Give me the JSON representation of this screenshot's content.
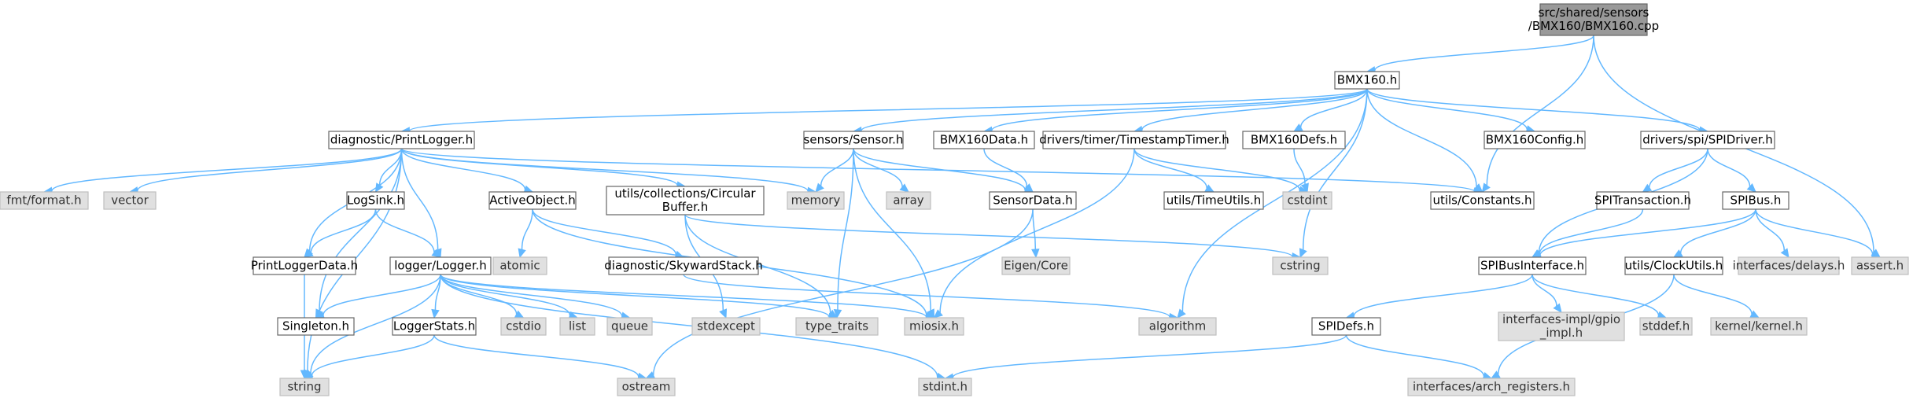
{
  "diagram": {
    "type": "include-dependency-graph",
    "colors": {
      "edge": "#63b8ff",
      "root_fill": "#999999",
      "system_fill": "#e0e0e0",
      "node_border": "#666666"
    },
    "nodes": [
      {
        "id": "root",
        "lines": [
          "src/shared/sensors",
          "/BMX160/BMX160.cpp"
        ],
        "kind": "root"
      },
      {
        "id": "bmx160h",
        "lines": [
          "BMX160.h"
        ],
        "kind": "normal"
      },
      {
        "id": "constants",
        "lines": [
          "utils/Constants.h"
        ],
        "kind": "normal"
      },
      {
        "id": "assert",
        "lines": [
          "assert.h"
        ],
        "kind": "sys"
      },
      {
        "id": "printlogger",
        "lines": [
          "diagnostic/PrintLogger.h"
        ],
        "kind": "normal"
      },
      {
        "id": "sensor",
        "lines": [
          "sensors/Sensor.h"
        ],
        "kind": "normal"
      },
      {
        "id": "bmxdata",
        "lines": [
          "BMX160Data.h"
        ],
        "kind": "normal"
      },
      {
        "id": "tstimer",
        "lines": [
          "drivers/timer/TimestampTimer.h"
        ],
        "kind": "normal"
      },
      {
        "id": "bmxdefs",
        "lines": [
          "BMX160Defs.h"
        ],
        "kind": "normal"
      },
      {
        "id": "bmxconfig",
        "lines": [
          "BMX160Config.h"
        ],
        "kind": "normal"
      },
      {
        "id": "spidriver",
        "lines": [
          "drivers/spi/SPIDriver.h"
        ],
        "kind": "normal"
      },
      {
        "id": "fmt",
        "lines": [
          "fmt/format.h"
        ],
        "kind": "sys"
      },
      {
        "id": "vector",
        "lines": [
          "vector"
        ],
        "kind": "sys"
      },
      {
        "id": "logsink",
        "lines": [
          "LogSink.h"
        ],
        "kind": "normal"
      },
      {
        "id": "activeobject",
        "lines": [
          "ActiveObject.h"
        ],
        "kind": "normal"
      },
      {
        "id": "circbuf",
        "lines": [
          "utils/collections/Circular",
          "Buffer.h"
        ],
        "kind": "normal"
      },
      {
        "id": "memory",
        "lines": [
          "memory"
        ],
        "kind": "sys"
      },
      {
        "id": "array",
        "lines": [
          "array"
        ],
        "kind": "sys"
      },
      {
        "id": "sensordata",
        "lines": [
          "SensorData.h"
        ],
        "kind": "normal"
      },
      {
        "id": "timeutils",
        "lines": [
          "utils/TimeUtils.h"
        ],
        "kind": "normal"
      },
      {
        "id": "cstdint",
        "lines": [
          "cstdint"
        ],
        "kind": "sys"
      },
      {
        "id": "spitrans",
        "lines": [
          "SPITransaction.h"
        ],
        "kind": "normal"
      },
      {
        "id": "spibus",
        "lines": [
          "SPIBus.h"
        ],
        "kind": "normal"
      },
      {
        "id": "printloggerdata",
        "lines": [
          "PrintLoggerData.h"
        ],
        "kind": "normal"
      },
      {
        "id": "logger",
        "lines": [
          "logger/Logger.h"
        ],
        "kind": "normal"
      },
      {
        "id": "atomic",
        "lines": [
          "atomic"
        ],
        "kind": "sys"
      },
      {
        "id": "skyward",
        "lines": [
          "diagnostic/SkywardStack.h"
        ],
        "kind": "normal"
      },
      {
        "id": "stdexcept",
        "lines": [
          "stdexcept"
        ],
        "kind": "sys"
      },
      {
        "id": "eigen",
        "lines": [
          "Eigen/Core"
        ],
        "kind": "sys"
      },
      {
        "id": "cstring",
        "lines": [
          "cstring"
        ],
        "kind": "sys"
      },
      {
        "id": "spibusiface",
        "lines": [
          "SPIBusInterface.h"
        ],
        "kind": "normal"
      },
      {
        "id": "clockutils",
        "lines": [
          "utils/ClockUtils.h"
        ],
        "kind": "normal"
      },
      {
        "id": "delays",
        "lines": [
          "interfaces/delays.h"
        ],
        "kind": "sys"
      },
      {
        "id": "singleton",
        "lines": [
          "Singleton.h"
        ],
        "kind": "normal"
      },
      {
        "id": "loggerstats",
        "lines": [
          "LoggerStats.h"
        ],
        "kind": "normal"
      },
      {
        "id": "cstdio",
        "lines": [
          "cstdio"
        ],
        "kind": "sys"
      },
      {
        "id": "list",
        "lines": [
          "list"
        ],
        "kind": "sys"
      },
      {
        "id": "queue",
        "lines": [
          "queue"
        ],
        "kind": "sys"
      },
      {
        "id": "typetraits",
        "lines": [
          "type_traits"
        ],
        "kind": "sys"
      },
      {
        "id": "miosix",
        "lines": [
          "miosix.h"
        ],
        "kind": "sys"
      },
      {
        "id": "algorithm",
        "lines": [
          "algorithm"
        ],
        "kind": "sys"
      },
      {
        "id": "gpioimpl",
        "lines": [
          "interfaces-impl/gpio",
          "_impl.h"
        ],
        "kind": "sys"
      },
      {
        "id": "stddef",
        "lines": [
          "stddef.h"
        ],
        "kind": "sys"
      },
      {
        "id": "kernel",
        "lines": [
          "kernel/kernel.h"
        ],
        "kind": "sys"
      },
      {
        "id": "spidefs",
        "lines": [
          "SPIDefs.h"
        ],
        "kind": "normal"
      },
      {
        "id": "string",
        "lines": [
          "string"
        ],
        "kind": "sys"
      },
      {
        "id": "ostream",
        "lines": [
          "ostream"
        ],
        "kind": "sys"
      },
      {
        "id": "stdint",
        "lines": [
          "stdint.h"
        ],
        "kind": "sys"
      },
      {
        "id": "archreg",
        "lines": [
          "interfaces/arch_registers.h"
        ],
        "kind": "sys"
      }
    ],
    "edges": [
      [
        "root",
        "bmx160h"
      ],
      [
        "root",
        "constants"
      ],
      [
        "root",
        "assert"
      ],
      [
        "bmx160h",
        "printlogger"
      ],
      [
        "bmx160h",
        "sensor"
      ],
      [
        "bmx160h",
        "bmxdata"
      ],
      [
        "bmx160h",
        "tstimer"
      ],
      [
        "bmx160h",
        "bmxdefs"
      ],
      [
        "bmx160h",
        "bmxconfig"
      ],
      [
        "bmx160h",
        "spidriver"
      ],
      [
        "bmx160h",
        "constants"
      ],
      [
        "bmx160h",
        "cstring"
      ],
      [
        "bmx160h",
        "algorithm"
      ],
      [
        "printlogger",
        "fmt"
      ],
      [
        "printlogger",
        "vector"
      ],
      [
        "printlogger",
        "logsink"
      ],
      [
        "printlogger",
        "activeobject"
      ],
      [
        "printlogger",
        "circbuf"
      ],
      [
        "printlogger",
        "memory"
      ],
      [
        "printlogger",
        "constants"
      ],
      [
        "printlogger",
        "printloggerdata"
      ],
      [
        "printlogger",
        "logger"
      ],
      [
        "printlogger",
        "singleton"
      ],
      [
        "printlogger",
        "string"
      ],
      [
        "logsink",
        "printloggerdata"
      ],
      [
        "logsink",
        "logger"
      ],
      [
        "activeobject",
        "atomic"
      ],
      [
        "activeobject",
        "skyward"
      ],
      [
        "activeobject",
        "miosix"
      ],
      [
        "circbuf",
        "stdexcept"
      ],
      [
        "circbuf",
        "typetraits"
      ],
      [
        "circbuf",
        "cstring"
      ],
      [
        "sensor",
        "memory"
      ],
      [
        "sensor",
        "array"
      ],
      [
        "sensor",
        "sensordata"
      ],
      [
        "sensor",
        "typetraits"
      ],
      [
        "sensor",
        "miosix"
      ],
      [
        "bmxdata",
        "sensordata"
      ],
      [
        "sensordata",
        "eigen"
      ],
      [
        "sensordata",
        "ostream"
      ],
      [
        "tstimer",
        "timeutils"
      ],
      [
        "tstimer",
        "cstdint"
      ],
      [
        "tstimer",
        "miosix"
      ],
      [
        "bmxdefs",
        "cstdint"
      ],
      [
        "spidriver",
        "spitrans"
      ],
      [
        "spidriver",
        "spibus"
      ],
      [
        "spidriver",
        "spibusiface"
      ],
      [
        "spitrans",
        "spibusiface"
      ],
      [
        "spibus",
        "spibusiface"
      ],
      [
        "spibus",
        "clockutils"
      ],
      [
        "spibus",
        "delays"
      ],
      [
        "spibus",
        "assert"
      ],
      [
        "spibusiface",
        "spidefs"
      ],
      [
        "spibusiface",
        "gpioimpl"
      ],
      [
        "spibusiface",
        "stddef"
      ],
      [
        "spidefs",
        "stdint"
      ],
      [
        "spidefs",
        "archreg"
      ],
      [
        "clockutils",
        "kernel"
      ],
      [
        "clockutils",
        "archreg"
      ],
      [
        "printloggerdata",
        "string"
      ],
      [
        "skyward",
        "algorithm"
      ],
      [
        "logger",
        "singleton"
      ],
      [
        "logger",
        "loggerstats"
      ],
      [
        "logger",
        "cstdio"
      ],
      [
        "logger",
        "list"
      ],
      [
        "logger",
        "queue"
      ],
      [
        "logger",
        "typetraits"
      ],
      [
        "logger",
        "miosix"
      ],
      [
        "logger",
        "string"
      ],
      [
        "logger",
        "stdint"
      ],
      [
        "loggerstats",
        "ostream"
      ],
      [
        "loggerstats",
        "string"
      ]
    ]
  }
}
